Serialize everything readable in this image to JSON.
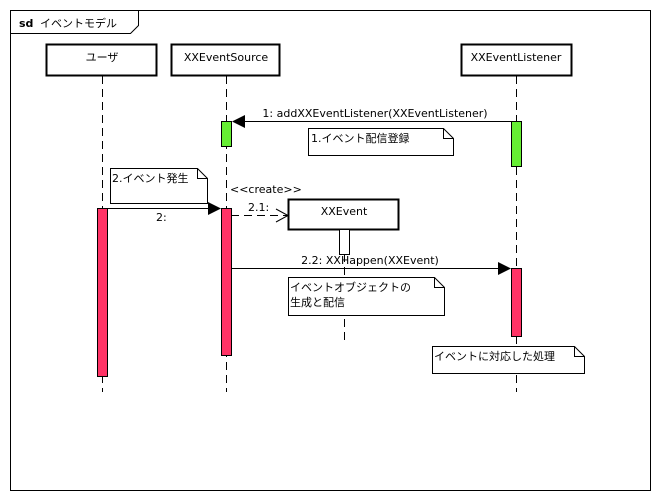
{
  "frame": {
    "keyword": "sd",
    "title": "イベントモデル"
  },
  "lifelines": [
    {
      "name": "ユーザ"
    },
    {
      "name": "XXEventSource"
    },
    {
      "name": "XXEventListener"
    },
    {
      "name": "XXEvent"
    }
  ],
  "messages": [
    {
      "label": "1: addXXEventListener(XXEventListener)"
    },
    {
      "label": "2:"
    },
    {
      "label": "2.1:",
      "stereotype": "<<create>>"
    },
    {
      "label": "2.2: XXHappen(XXEvent)"
    }
  ],
  "notes": [
    {
      "lines": [
        "1.イベント配信登録"
      ]
    },
    {
      "lines": [
        "2.イベント発生"
      ]
    },
    {
      "lines": [
        "イベントオブジェクトの",
        "生成と配信"
      ]
    },
    {
      "lines": [
        "イベントに対応した処理"
      ]
    }
  ],
  "colors": {
    "registration_activation": "#66ee33",
    "event_activation": "#ff3366"
  }
}
